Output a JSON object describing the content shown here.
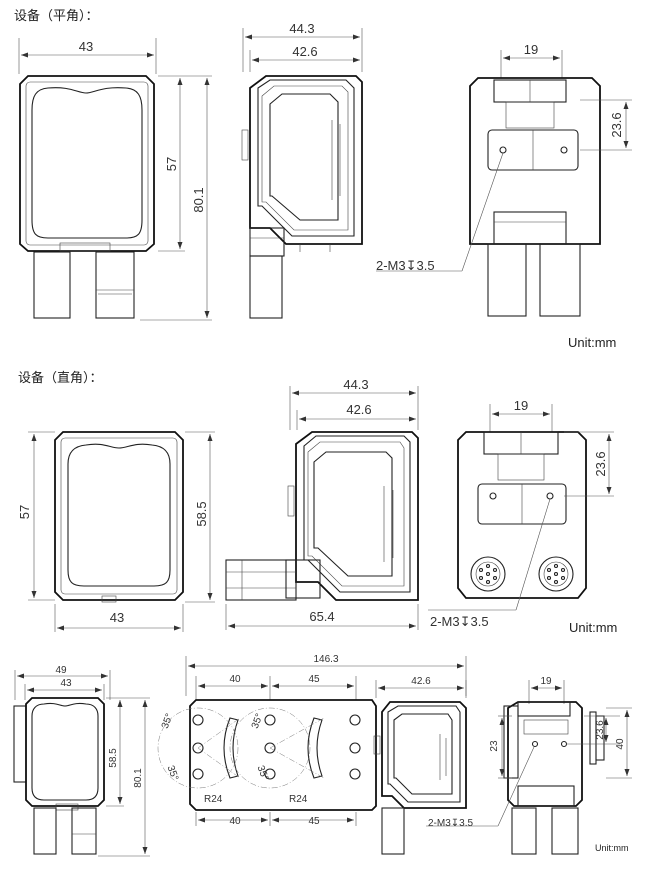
{
  "section1": {
    "title": "设备（平角）：",
    "front": {
      "width": "43",
      "height": "57",
      "total": "80.1"
    },
    "side": {
      "overall": "44.3",
      "body": "42.6"
    },
    "back": {
      "width": "19",
      "height": "23.6",
      "thread": "2-M3↧3.5"
    },
    "unit": "Unit:mm"
  },
  "section2": {
    "title": "设备（直角）：",
    "front": {
      "height": "57",
      "total": "58.5",
      "width": "43"
    },
    "side": {
      "overall": "44.3",
      "body": "42.6",
      "length": "65.4"
    },
    "back": {
      "width": "19",
      "height": "23.6",
      "thread": "2-M3↧3.5"
    },
    "unit": "Unit:mm"
  },
  "section3": {
    "front": {
      "outer": "49",
      "inner": "43",
      "h1": "58.5",
      "h2": "80.1"
    },
    "bracket": {
      "total": "146.3",
      "top1": "40",
      "top2": "45",
      "bot1": "40",
      "bot2": "45",
      "angle1": "35°",
      "angle2": "35°",
      "angle3": "35°",
      "angle4": "35°",
      "r1": "R24",
      "r2": "R24",
      "side": "42.6"
    },
    "back": {
      "width": "19",
      "h1": "23",
      "h2": "23.6",
      "h3": "40",
      "thread": "2-M3↧3.5"
    },
    "unit": "Unit:mm"
  }
}
